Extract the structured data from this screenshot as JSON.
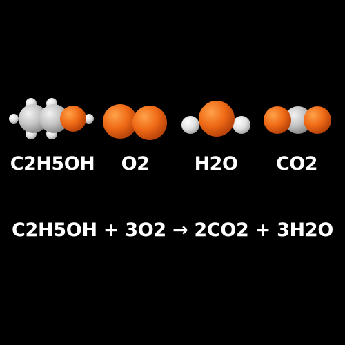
{
  "molecules": [
    {
      "formula": "C2H5OH"
    },
    {
      "formula": "O2"
    },
    {
      "formula": "H2O"
    },
    {
      "formula": "CO2"
    }
  ],
  "equation": "C2H5OH + 3O2 → 2CO2 + 3H2O",
  "colors": {
    "background": "#000000",
    "text": "#ffffff",
    "oxygen": "#ef6a16",
    "carbon": "#c4c4c4",
    "hydrogen": "#e6e6e6"
  }
}
